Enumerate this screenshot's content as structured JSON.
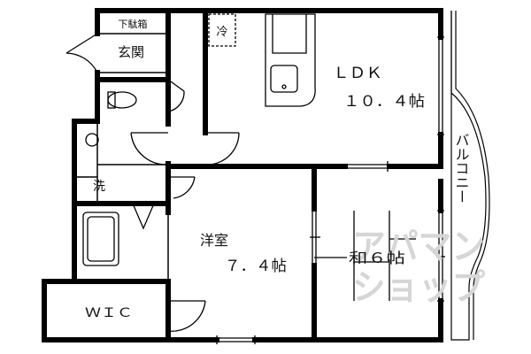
{
  "plan": {
    "rooms": {
      "ldk_name": "ＬＤＫ",
      "ldk_size": "１０．４帖",
      "western_name": "洋室",
      "western_size": "７．４帖",
      "japanese": "和６帖",
      "entrance": "玄関",
      "shoe_box": "下駄箱",
      "fridge": "冷",
      "washer": "洗",
      "wic": "ＷＩＣ",
      "balcony": "バルコニー"
    },
    "watermark": {
      "line1": "アパマン",
      "line2": "ショップ"
    }
  }
}
